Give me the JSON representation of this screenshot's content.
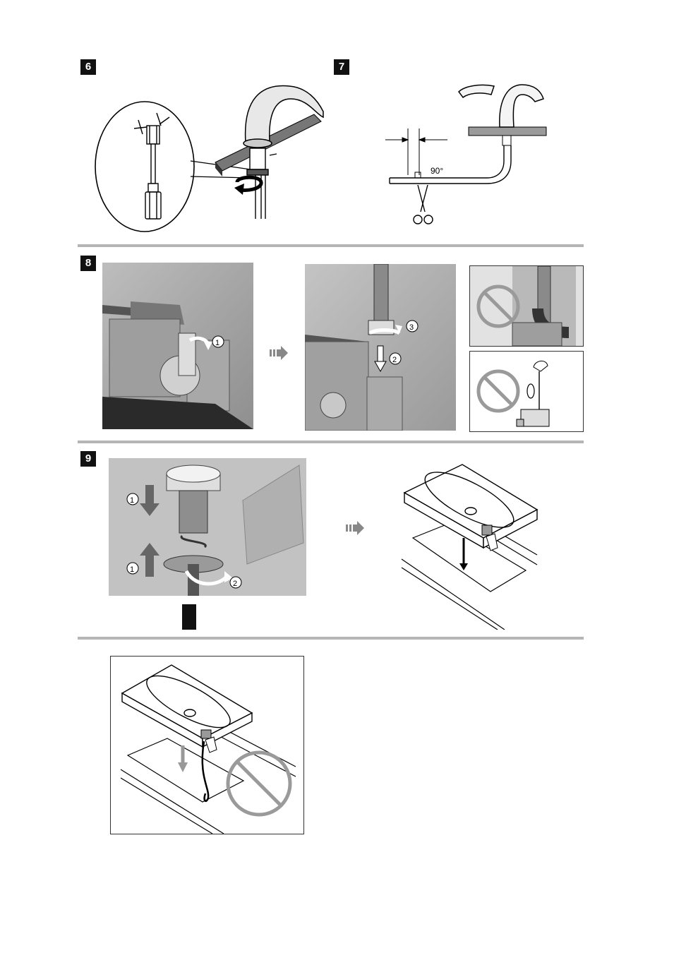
{
  "steps": {
    "s6": "6",
    "s7": "7",
    "s8": "8",
    "s9": "9"
  },
  "step7": {
    "angle_label": "90°"
  },
  "step8": {
    "callouts": {
      "c1": "1",
      "c2": "2",
      "c3": "3"
    }
  },
  "step9": {
    "callouts": {
      "c1a": "1",
      "c1b": "1",
      "c2": "2"
    }
  },
  "icons": {
    "next_arrow": "next-step-arrow-icon",
    "prohibited": "prohibited-icon",
    "scissors": "scissors-icon"
  },
  "colors": {
    "badge": "#111111",
    "rule": "#b5b5b5",
    "prohibit": "#9a9a9a"
  }
}
